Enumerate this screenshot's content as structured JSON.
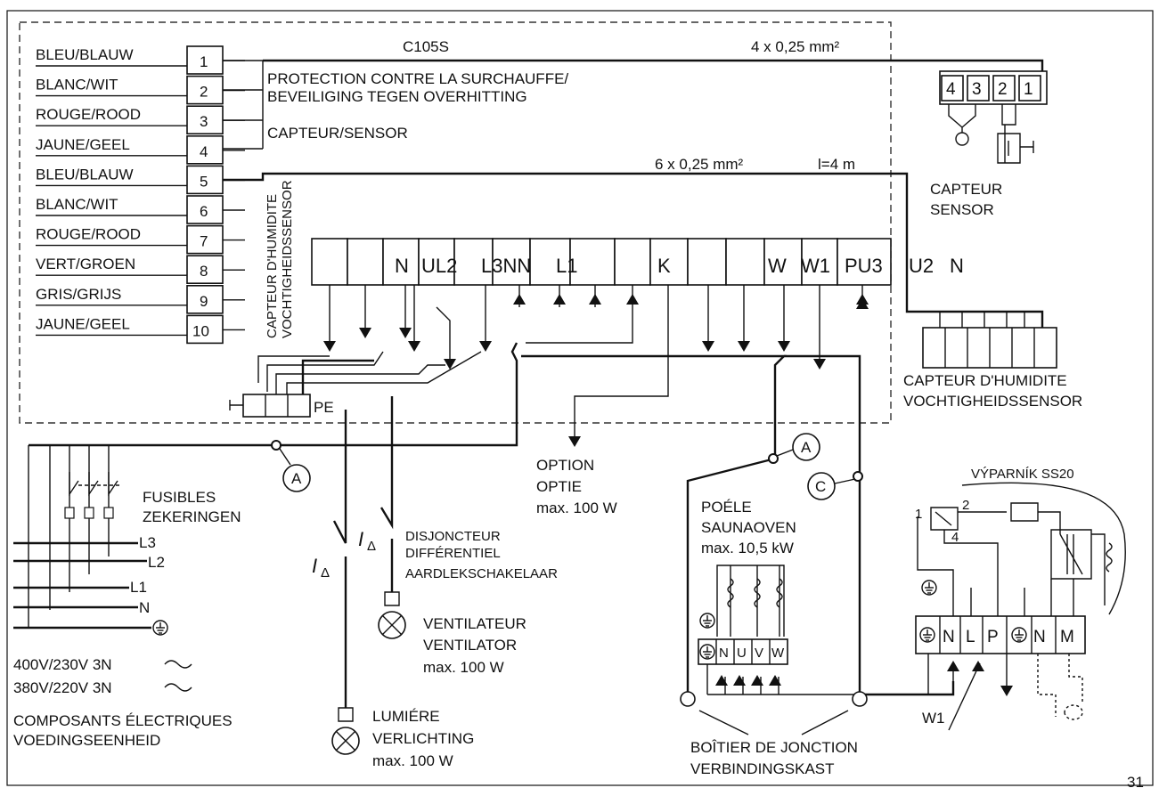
{
  "controller": {
    "model": "C105S"
  },
  "left_terminals": [
    {
      "n": "1",
      "label": "BLEU/BLAUW"
    },
    {
      "n": "2",
      "label": "BLANC/WIT"
    },
    {
      "n": "3",
      "label": "ROUGE/ROOD"
    },
    {
      "n": "4",
      "label": "JAUNE/GEEL"
    },
    {
      "n": "5",
      "label": "BLEU/BLAUW"
    },
    {
      "n": "6",
      "label": "BLANC/WIT"
    },
    {
      "n": "7",
      "label": "ROUGE/ROOD"
    },
    {
      "n": "8",
      "label": "VERT/GROEN"
    },
    {
      "n": "9",
      "label": "GRIS/GRIJS"
    },
    {
      "n": "10",
      "label": "JAUNE/GEEL"
    }
  ],
  "overheat": {
    "line1": "PROTECTION CONTRE LA SURCHAUFFE/",
    "line2": "BEVEILIGING TEGEN OVERHITTING"
  },
  "sensor_label": "CAPTEUR/SENSOR",
  "humidity_vertical": {
    "line1": "CAPTEUR D'HUMIDITE",
    "line2": "VOCHTIGHEIDSSENSOR"
  },
  "cable1": "4 x 0,25 mm²",
  "cable2": "6 x 0,25 mm²",
  "cable2_length": "l=4 m",
  "sensor_block": {
    "pins": [
      "4",
      "3",
      "2",
      "1"
    ],
    "line1": "CAPTEUR",
    "line2": "SENSOR"
  },
  "humidity_block": {
    "line1": "CAPTEUR D'HUMIDITE",
    "line2": "VOCHTIGHEIDSSENSOR"
  },
  "terminal_strip_labels": [
    "N",
    "UL2",
    "L3NN",
    "L1",
    "K",
    "W",
    "W1",
    "PU3",
    "U2",
    "N"
  ],
  "pe_label": "PE",
  "fuses": {
    "line1": "FUSIBLES",
    "line2": "ZEKERINGEN"
  },
  "phases": [
    "L3",
    "L2",
    "L1",
    "N"
  ],
  "supply": {
    "line1": "400V/230V 3N",
    "line2": "380V/220V 3N"
  },
  "components": {
    "line1": "COMPOSANTS ÉLECTRIQUES",
    "line2": "VOEDINGSEENHEID"
  },
  "marker_a": "A",
  "marker_c": "C",
  "rcd_symbol": "I",
  "rcd_sub": "Δ",
  "rcd": {
    "line1": "DISJONCTEUR",
    "line2": "DIFFÉRENTIEL",
    "line3": "AARDLEKSCHAKELAAR"
  },
  "option": {
    "line1": "OPTION",
    "line2": "OPTIE",
    "line3": "max. 100 W"
  },
  "fan": {
    "line1": "VENTILATEUR",
    "line2": "VENTILATOR",
    "line3": "max. 100 W"
  },
  "light": {
    "line1": "LUMIÉRE",
    "line2": "VERLICHTING",
    "line3": "max. 100 W"
  },
  "stove": {
    "line1": "POÉLE",
    "line2": "SAUNAOVEN",
    "line3": "max. 10,5 kW",
    "terminals": [
      "N",
      "U",
      "V",
      "W"
    ]
  },
  "junction": {
    "line1": "BOÎTIER DE JONCTION",
    "line2": "VERBINDINGSKAST"
  },
  "evaporator": {
    "title": "VÝPARNÍK SS20",
    "terminals": [
      "N",
      "L",
      "P",
      "N",
      "M"
    ],
    "relay_pins": [
      "1",
      "2",
      "4"
    ]
  },
  "w1_label": "W1",
  "page_number": "31"
}
